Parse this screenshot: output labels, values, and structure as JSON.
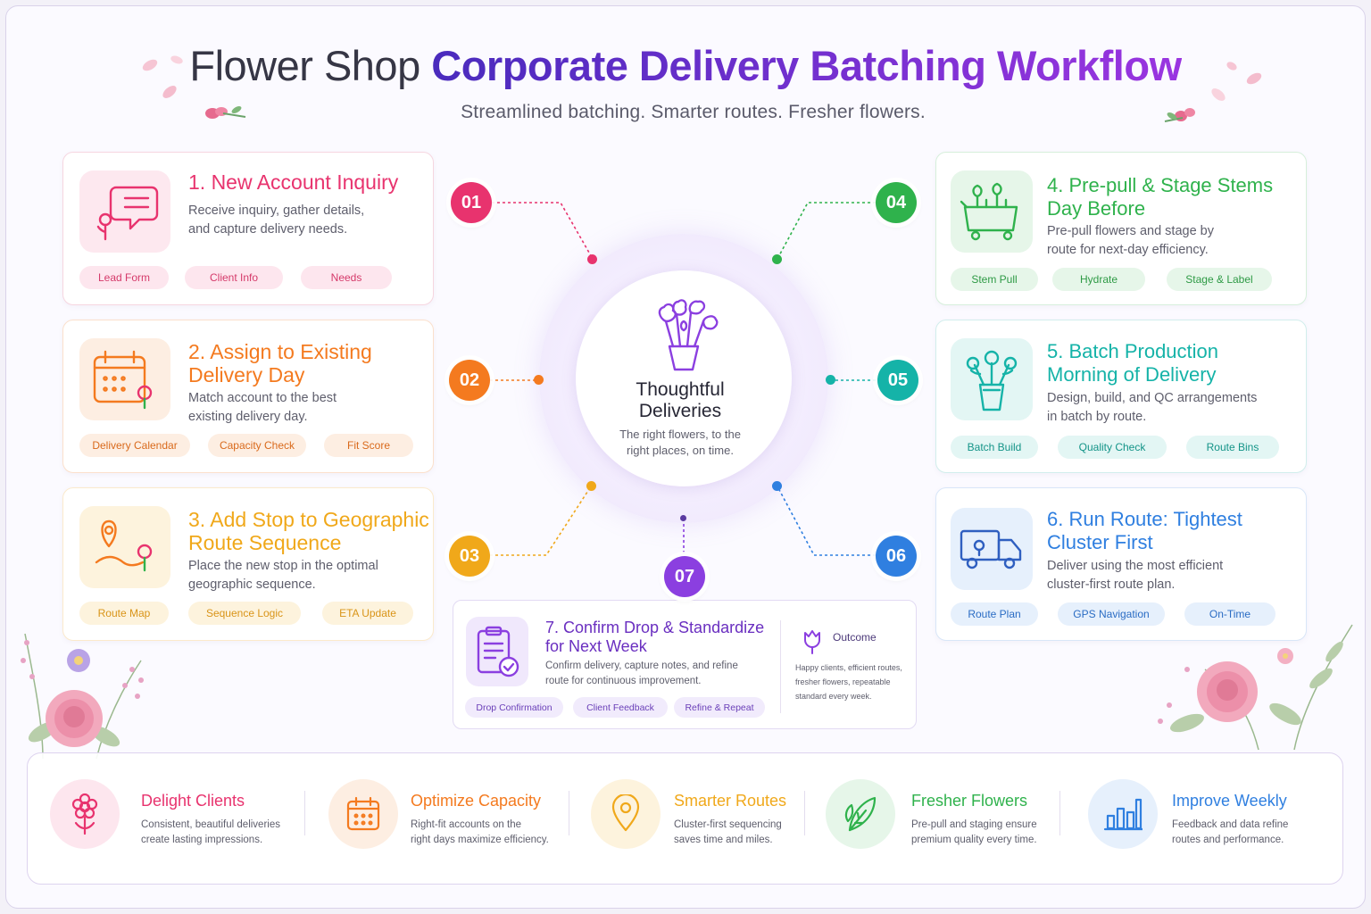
{
  "header": {
    "title_part1": "Flower Shop",
    "title_part2": "Corporate Delivery Batching Workflow",
    "subtitle": "Streamlined batching. Smarter routes. Fresher flowers."
  },
  "center": {
    "title_line1": "Thoughtful",
    "title_line2": "Deliveries",
    "desc_line1": "The right flowers, to the",
    "desc_line2": "right places, on time."
  },
  "steps": [
    {
      "badge": "01",
      "title_line1": "1. New Account Inquiry",
      "title_line2": "",
      "desc_line1": "Receive inquiry, gather details,",
      "desc_line2": "and capture delivery needs.",
      "tags": [
        "Lead Form",
        "Client Info",
        "Needs"
      ],
      "color": "#e8336e",
      "icon": "chat-flower-icon"
    },
    {
      "badge": "02",
      "title_line1": "2. Assign to Existing",
      "title_line2": "Delivery Day",
      "desc_line1": "Match account to the best",
      "desc_line2": "existing delivery day.",
      "tags": [
        "Delivery Calendar",
        "Capacity Check",
        "Fit Score"
      ],
      "color": "#f47a1f",
      "icon": "calendar-flower-icon"
    },
    {
      "badge": "03",
      "title_line1": "3. Add Stop to Geographic",
      "title_line2": "Route Sequence",
      "desc_line1": "Place the new stop in the optimal",
      "desc_line2": "geographic sequence.",
      "tags": [
        "Route Map",
        "Sequence Logic",
        "ETA Update"
      ],
      "color": "#f0a81a",
      "icon": "map-pin-route-icon"
    },
    {
      "badge": "04",
      "title_line1": "4. Pre-pull & Stage Stems",
      "title_line2": "Day Before",
      "desc_line1": "Pre-pull flowers and stage by",
      "desc_line2": "route for next-day efficiency.",
      "tags": [
        "Stem Pull",
        "Hydrate",
        "Stage & Label"
      ],
      "color": "#2fb24c",
      "icon": "flower-cart-icon"
    },
    {
      "badge": "05",
      "title_line1": "5. Batch Production",
      "title_line2": "Morning of Delivery",
      "desc_line1": "Design, build, and QC arrangements",
      "desc_line2": "in batch by route.",
      "tags": [
        "Batch Build",
        "Quality Check",
        "Route Bins"
      ],
      "color": "#15b3a8",
      "icon": "vase-arrangement-icon"
    },
    {
      "badge": "06",
      "title_line1": "6. Run Route: Tightest",
      "title_line2": "Cluster First",
      "desc_line1": "Deliver using the most efficient",
      "desc_line2": "cluster-first route plan.",
      "tags": [
        "Route Plan",
        "GPS Navigation",
        "On-Time"
      ],
      "color": "#2f7fe0",
      "icon": "delivery-van-icon"
    },
    {
      "badge": "07",
      "title_line1": "7. Confirm Drop & Standardize",
      "title_line2": "for Next Week",
      "desc_line1": "Confirm delivery, capture notes, and refine",
      "desc_line2": "route for continuous improvement.",
      "tags": [
        "Drop Confirmation",
        "Client Feedback",
        "Refine & Repeat"
      ],
      "color": "#8b3fe0",
      "icon": "clipboard-check-icon"
    }
  ],
  "outcome": {
    "label": "Outcome",
    "desc_line1": "Happy clients, efficient routes,",
    "desc_line2": "fresher flowers, repeatable",
    "desc_line3": "standard every week."
  },
  "benefits": [
    {
      "title": "Delight Clients",
      "desc_line1": "Consistent, beautiful deliveries",
      "desc_line2": "create lasting impressions.",
      "color": "#e8336e",
      "icon": "flower-icon"
    },
    {
      "title": "Optimize Capacity",
      "desc_line1": "Right-fit accounts on the",
      "desc_line2": "right days maximize efficiency.",
      "color": "#f47a1f",
      "icon": "calendar-icon"
    },
    {
      "title": "Smarter Routes",
      "desc_line1": "Cluster-first sequencing",
      "desc_line2": "saves time and miles.",
      "color": "#f0a81a",
      "icon": "location-pin-icon"
    },
    {
      "title": "Fresher Flowers",
      "desc_line1": "Pre-pull and staging ensure",
      "desc_line2": "premium quality every time.",
      "color": "#2fb24c",
      "icon": "leaf-icon"
    },
    {
      "title": "Improve Weekly",
      "desc_line1": "Feedback and data refine",
      "desc_line2": "routes and performance.",
      "color": "#2f7fe0",
      "icon": "bar-chart-icon"
    }
  ]
}
